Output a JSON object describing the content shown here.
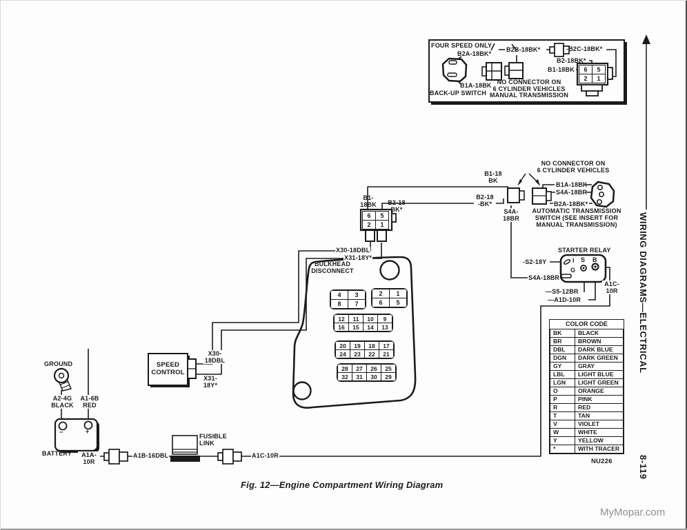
{
  "page": {
    "caption": "Fig. 12—Engine Compartment Wiring Diagram",
    "watermark": "MyMopar.com",
    "sidebar_title": "WIRING DIAGRAMS—ELECTRICAL",
    "page_number": "8-119",
    "drawing_number": "NU226"
  },
  "colors": {
    "ink": "#1a1a1a",
    "page": "#fdfdfd",
    "watermark_gray": "#8f8f8f"
  },
  "labels": {
    "four_speed_only": "FOUR SPEED ONLY",
    "b2a_18bk_inset": "B2A-18BK*",
    "b2b_18bk": "B2B-18BK*",
    "b2c_18bk": "-B2C-18BK*",
    "b2_18bk_inset": "B2-18BK*",
    "b1_18bk_inset": "B1-18BK",
    "b1a_18bk_inset": "B1A-18BK",
    "backup_switch": "BACK-UP SWITCH",
    "inset_note": "NO CONNECTOR ON\n6 CYLINDER VEHICLES\nMANUAL TRANSMISSION",
    "b1_18bk_start": "B1-\n18BK",
    "b2_18bk_start": "B2-18\nBK*",
    "b1_18_bk_end": "B1-18\nBK",
    "b2_18_bk_end": "B2-18\n-BK*",
    "no_connector_6cyl": "NO CONNECTOR ON\n6 CYLINDER VEHICLES",
    "b1a_18bk": "B1A-18BK",
    "s4a_18br": "S4A-18BR",
    "b2a_18bk": "B2A-18BK*",
    "ats_switch": "AUTOMATIC TRANSMISSION\nSWITCH (SEE INSERT FOR\nMANUAL TRANSMISSION)",
    "s4a_18br_drop": "S4A-\n18BR",
    "starter_relay": "STARTER RELAY",
    "s2_18y": "-S2-18Y",
    "s4a_18br_relay": "S4A-18BR",
    "s5_12br": "—S5-12BR",
    "a1d_10r": "—A1D-10R",
    "a1c_10r_relay": "A1C-\n10R",
    "relay_i": "I",
    "relay_s": "S",
    "relay_b": "B",
    "relay_g": "G",
    "x30_inline": "X30-18DBL",
    "x31_inline": "X31-18Y*",
    "bulkhead": "BULKHEAD\nDISCONNECT",
    "x30_stack": "X30-\n18DBL",
    "x31_stack": "X31-\n18Y*",
    "speed_control": "SPEED\nCONTROL",
    "ground": "GROUND",
    "a2_4g_black": "A2-4G\nBLACK",
    "a1_6b_red": "A1-6B\nRED",
    "battery": "BATTERY",
    "battery_minus": "−",
    "battery_plus": "+",
    "a1a_10r": "A1A-\n10R",
    "a1b_16dbl": "A1B-16DBL",
    "fusible_link": "FUSIBLE\nLINK",
    "a1c_10r": "A1C-10R"
  },
  "grids": {
    "inset_plug": [
      [
        "6",
        "5"
      ],
      [
        "2",
        "1"
      ]
    ],
    "mid_plug": [
      [
        "6",
        "5"
      ],
      [
        "2",
        "1"
      ]
    ],
    "bulkhead_a": [
      [
        "4",
        "3"
      ],
      [
        "8",
        "7"
      ]
    ],
    "bulkhead_b": [
      [
        "2",
        "1"
      ],
      [
        "6",
        "5"
      ]
    ],
    "bulkhead_c": [
      [
        "12",
        "11",
        "10",
        "9"
      ],
      [
        "16",
        "15",
        "14",
        "13"
      ]
    ],
    "bulkhead_d": [
      [
        "20",
        "19",
        "18",
        "17"
      ],
      [
        "24",
        "23",
        "22",
        "21"
      ]
    ],
    "bulkhead_e": [
      [
        "28",
        "27",
        "26",
        "25"
      ],
      [
        "32",
        "31",
        "30",
        "29"
      ]
    ]
  },
  "color_code": {
    "title": "COLOR CODE",
    "rows": [
      [
        "BK",
        "BLACK"
      ],
      [
        "BR",
        "BROWN"
      ],
      [
        "DBL",
        "DARK BLUE"
      ],
      [
        "DGN",
        "DARK GREEN"
      ],
      [
        "GY",
        "GRAY"
      ],
      [
        "LBL",
        "LIGHT BLUE"
      ],
      [
        "LGN",
        "LIGHT GREEN"
      ],
      [
        "O",
        "ORANGE"
      ],
      [
        "P",
        "PINK"
      ],
      [
        "R",
        "RED"
      ],
      [
        "T",
        "TAN"
      ],
      [
        "V",
        "VIOLET"
      ],
      [
        "W",
        "WHITE"
      ],
      [
        "Y",
        "YELLOW"
      ],
      [
        "*",
        "WITH TRACER"
      ]
    ]
  }
}
